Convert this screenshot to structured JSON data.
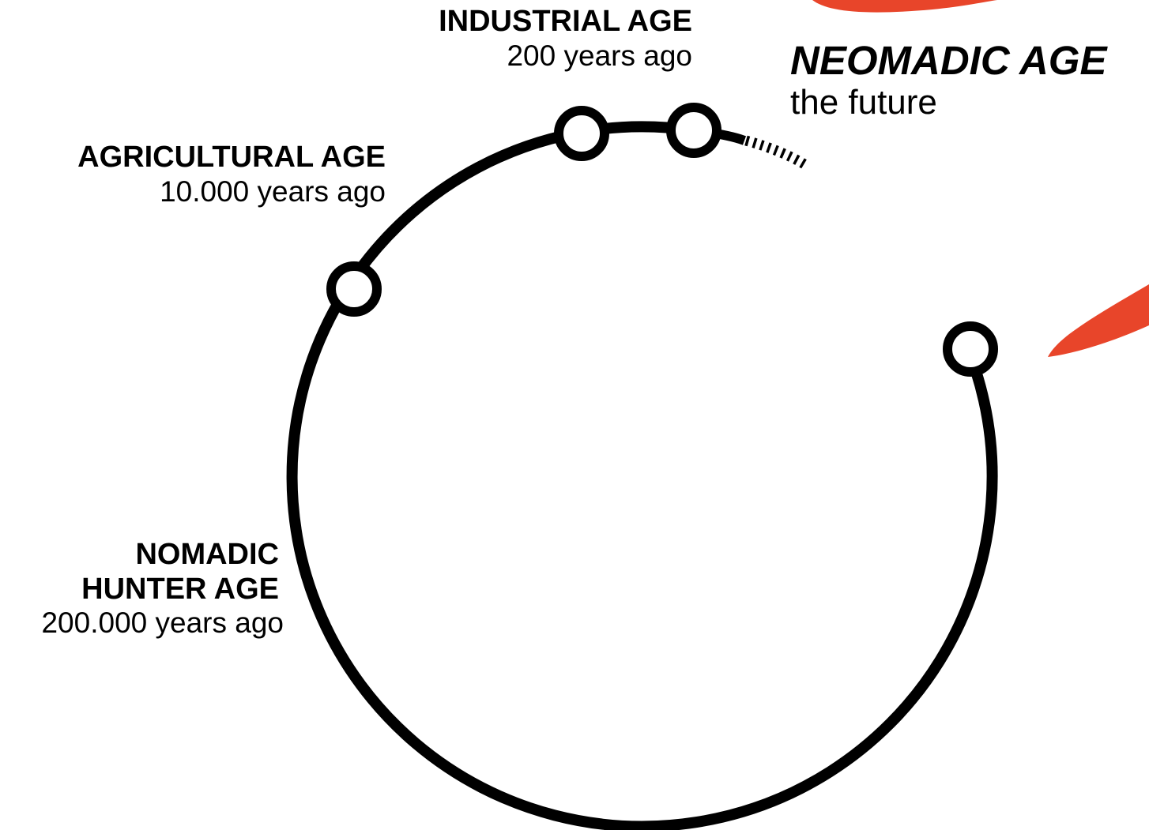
{
  "stages": {
    "industrial": {
      "title": "INDUSTRIAL AGE",
      "subtitle": "200 years ago"
    },
    "agricultural": {
      "title": "AGRICULTURAL AGE",
      "subtitle": "10.000 years ago"
    },
    "nomadic": {
      "title_line1": "NOMADIC",
      "title_line2": "HUNTER AGE",
      "subtitle": "200.000 years ago"
    },
    "neomadic": {
      "title": "NEOMADIC AGE",
      "subtitle": "the future"
    }
  },
  "colors": {
    "line": "#000000",
    "node_fill": "#ffffff",
    "brush_stroke": "#e8452a"
  }
}
